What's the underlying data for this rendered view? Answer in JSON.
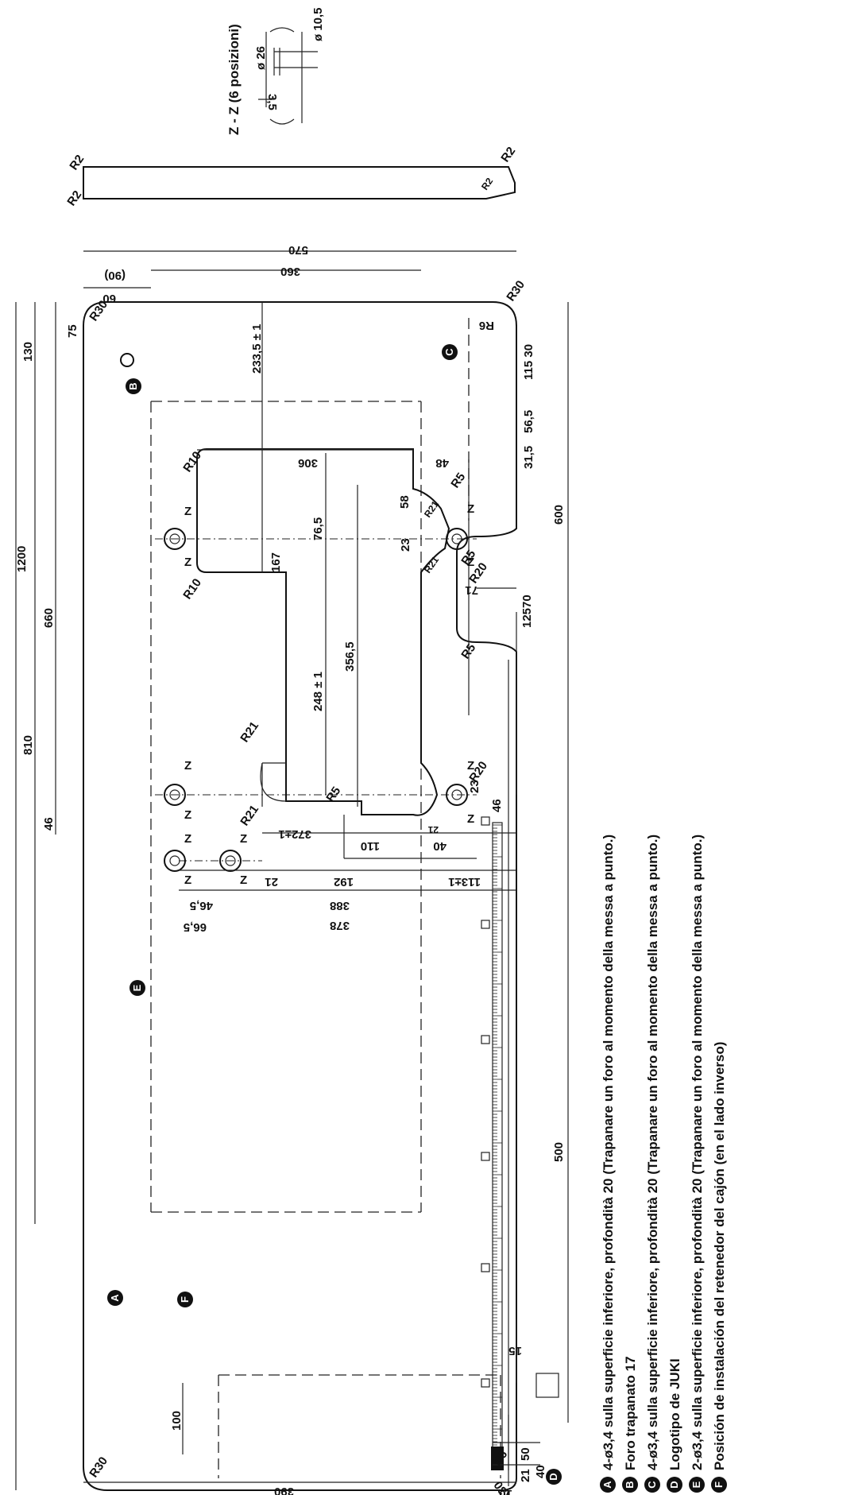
{
  "section_label": "Z - Z (6 posizioni)",
  "section_dims": [
    "ø 10,5",
    "ø 26",
    "3,5"
  ],
  "overall_dims": [
    "1200",
    "600",
    "570",
    "390"
  ],
  "left_dims": [
    "130",
    "660",
    "810",
    "46",
    "75",
    "(90)",
    "60",
    "360"
  ],
  "inner_dims": [
    "233,5 ± 1",
    "306",
    "167",
    "76,5",
    "248 ± 1",
    "356,5",
    "58",
    "23",
    "48",
    "110",
    "40",
    "21",
    "372±1",
    "21",
    "192",
    "113±1",
    "388",
    "378",
    "46,5",
    "66,5"
  ],
  "bottom_dims": [
    "115 30",
    "56,5",
    "31,5",
    "12570",
    "71",
    "23",
    "46",
    "500",
    "15",
    "100",
    "50",
    "40",
    "21",
    "10"
  ],
  "radius_labels": [
    "R30",
    "R30",
    "R30",
    "R30",
    "R10",
    "R10",
    "R5",
    "R5",
    "R5",
    "R5",
    "R6",
    "R6",
    "R21",
    "R21",
    "R21",
    "R21",
    "R20",
    "R20",
    "R2",
    "R2",
    "R2",
    "R2"
  ],
  "markers": [
    "A",
    "B",
    "C",
    "D",
    "E",
    "F"
  ],
  "z_label": "Z",
  "legend": [
    {
      "key": "A",
      "text": "4-ø3,4 sulla superficie inferiore, profondità 20 (Trapanare un foro al momento della messa a punto.)"
    },
    {
      "key": "B",
      "text": "Foro trapanato 17"
    },
    {
      "key": "C",
      "text": "4-ø3,4 sulla superficie inferiore, profondità 20 (Trapanare un foro al momento della messa a punto.)"
    },
    {
      "key": "D",
      "text": "Logotipo de JUKI"
    },
    {
      "key": "E",
      "text": "2-ø3,4 sulla superficie inferiore, profondità 20 (Trapanare un foro al momento della messa a punto.)"
    },
    {
      "key": "F",
      "text": "Posición de instalación del retenedor del cajón (en el lado inverso)"
    }
  ]
}
